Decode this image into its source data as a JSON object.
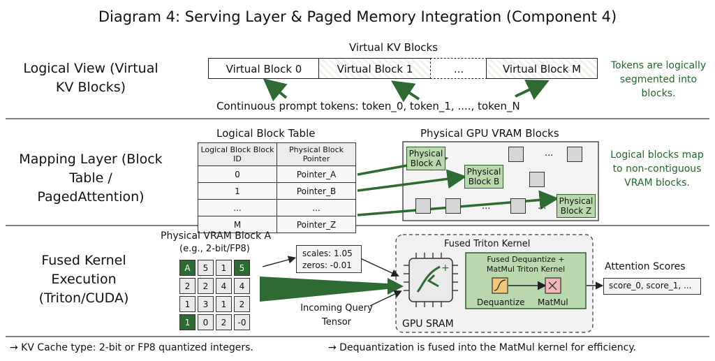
{
  "title": "Diagram 4: Serving Layer & Paged Memory Integration (Component 4)",
  "sections": {
    "logical": "Logical View (Virtual KV Blocks)",
    "mapping": "Mapping Layer (Block Table / PagedAttention)",
    "fused": "Fused Kernel Execution (Triton/CUDA)"
  },
  "virtual": {
    "header": "Virtual KV Blocks",
    "blocks": [
      "Virtual Block 0",
      "Virtual Block 1",
      "...",
      "Virtual Block M"
    ],
    "tokens": "Continuous prompt tokens: token_0, token_1, ...., token_N",
    "note": "Tokens are logically segmented into blocks."
  },
  "block_table": {
    "title": "Logical Block Table",
    "col1": "Logical Block Block ID",
    "col2": "Physical Block Pointer",
    "rows": [
      {
        "id": "0",
        "ptr": "Pointer_A"
      },
      {
        "id": "1",
        "ptr": "Pointer_B"
      },
      {
        "id": "...",
        "ptr": "..."
      },
      {
        "id": "M",
        "ptr": "Pointer_Z"
      }
    ]
  },
  "vram": {
    "title": "Physical GPU VRAM Blocks",
    "block_a": "Physical Block A",
    "block_b": "Physical Block B",
    "block_z": "Physical Block Z",
    "dots": "...",
    "note": "Logical blocks map to non-contiguous VRAM blocks."
  },
  "kernel": {
    "block_label": "Physical VRAM Block A",
    "block_sub": "(e.g., 2-bit/FP8)",
    "grid": [
      [
        "A",
        "5",
        "1",
        "5"
      ],
      [
        "2",
        "2",
        "4",
        "4"
      ],
      [
        "1",
        "3",
        "1",
        "2"
      ],
      [
        "1",
        "0",
        "2",
        "-0"
      ]
    ],
    "green_cells": [
      [
        0,
        0
      ],
      [
        0,
        3
      ],
      [
        3,
        0
      ]
    ],
    "scales": "scales: 1.05",
    "zeros": "zeros: -0.01",
    "fused_title": "Fused Triton Kernel",
    "inner_title": "Fused Dequantize + MatMul Triton Kernel",
    "dequantize": "Dequantize",
    "matmul": "MatMul",
    "sram": "GPU SRAM",
    "query": "Incoming Query Tensor",
    "attention_title": "Attention Scores",
    "attention_values": "score_0, score_1, ..."
  },
  "footer": {
    "left": "→ KV Cache type: 2-bit or FP8 quantized integers.",
    "right": "→ Dequantization is fused into the MatMul kernel for efficiency."
  },
  "colors": {
    "accent_green": "#2e6b33",
    "light_green": "#b9d8ad",
    "note_green": "#1e6a2a"
  }
}
